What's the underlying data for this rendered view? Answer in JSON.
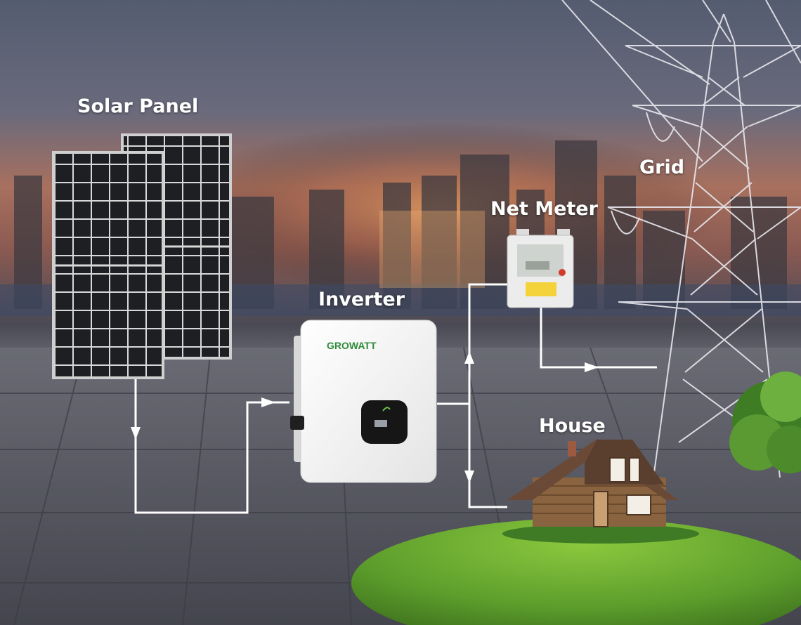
{
  "labels": {
    "solar_panel": "Solar Panel",
    "inverter": "Inverter",
    "net_meter": "Net Meter",
    "grid": "Grid",
    "house": "House"
  },
  "inverter_brand": "GROWATT",
  "flow": [
    {
      "from": "solar_panel",
      "to": "inverter"
    },
    {
      "from": "inverter",
      "to": "net_meter"
    },
    {
      "from": "inverter",
      "to": "house"
    },
    {
      "from": "net_meter",
      "to": "grid"
    }
  ],
  "colors": {
    "sky_top": "#5c6478",
    "sky_glow": "#b06a55",
    "roof": "#5e5f69",
    "connector": "#ffffff",
    "panel_cell": "#1f2024",
    "inverter_body": "#f4f4f4",
    "brand_green": "#2e8b3a",
    "grass": "#6aae34",
    "wood": "#8a6440"
  },
  "icons": [
    "solar-panel-icon",
    "inverter-icon",
    "net-meter-icon",
    "transmission-tower-icon",
    "house-icon",
    "tree-icon"
  ]
}
